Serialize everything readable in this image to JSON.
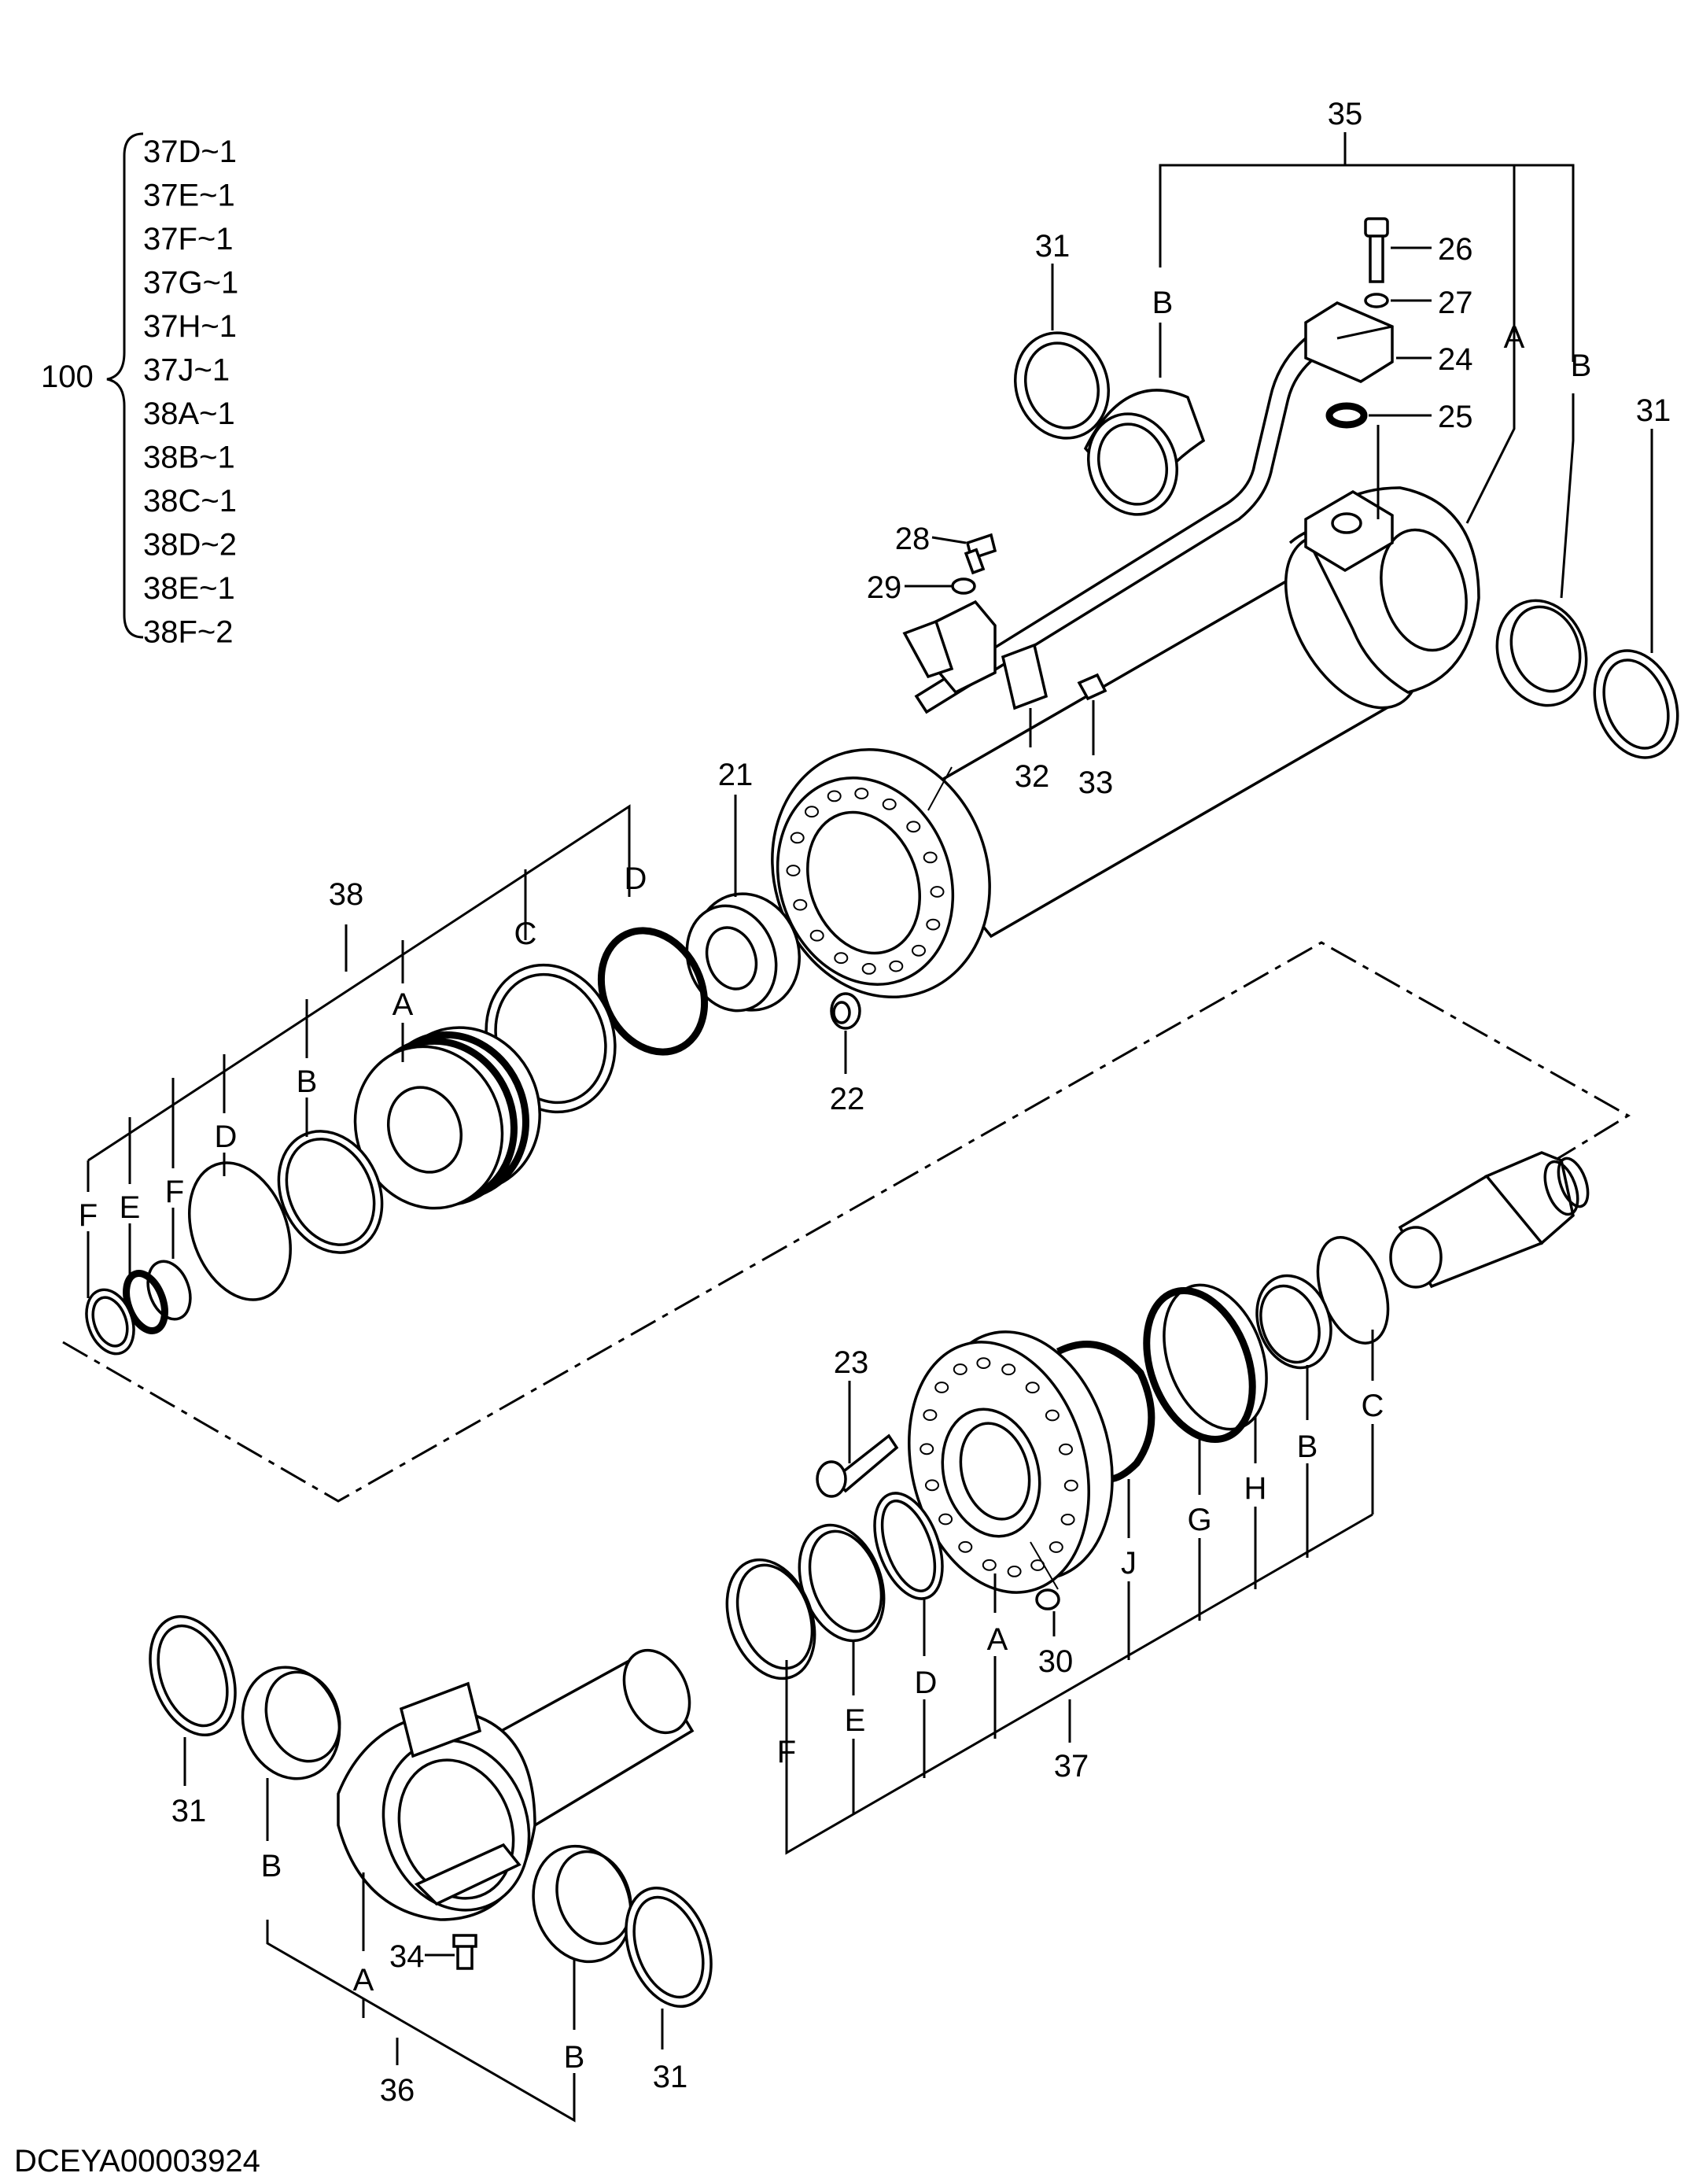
{
  "drawing_code": "DCEYA00003924",
  "kit": {
    "number": "100",
    "items": [
      "37D~1",
      "37E~1",
      "37F~1",
      "37G~1",
      "37H~1",
      "37J~1",
      "38A~1",
      "38B~1",
      "38C~1",
      "38D~2",
      "38E~1",
      "38F~2"
    ]
  },
  "callouts": {
    "p35": "35",
    "p26": "26",
    "p27": "27",
    "p24": "24",
    "p25": "25",
    "p31a": "31",
    "p31b": "31",
    "p31c": "31",
    "p31d": "31",
    "p35_B1": "B",
    "p35_A": "A",
    "p35_B2": "B",
    "p28": "28",
    "p29": "29",
    "p32": "32",
    "p33": "33",
    "p21": "21",
    "p22": "22",
    "p38": "38",
    "p38_D1": "D",
    "p38_C": "C",
    "p38_A": "A",
    "p38_B": "B",
    "p38_D2": "D",
    "p38_F1": "F",
    "p38_E": "E",
    "p38_F2": "F",
    "p23": "23",
    "p30": "30",
    "p37": "37",
    "p37_C": "C",
    "p37_B": "B",
    "p37_H": "H",
    "p37_G": "G",
    "p37_J": "J",
    "p37_A": "A",
    "p37_D": "D",
    "p37_E": "E",
    "p37_F": "F",
    "p36": "36",
    "p34": "34",
    "p36_B1": "B",
    "p36_A": "A",
    "p36_B2": "B"
  }
}
